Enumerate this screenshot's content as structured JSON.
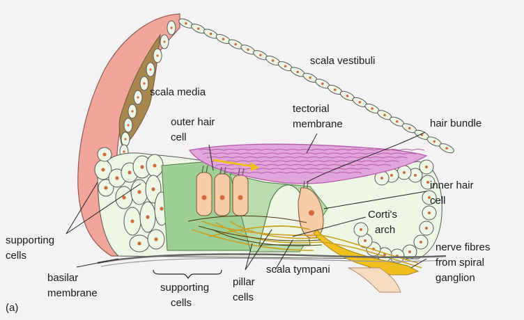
{
  "panel_tag": "(a)",
  "labels": {
    "scala_vestibuli": "scala vestibuli",
    "scala_media": "scala media",
    "tectorial_1": "tectorial",
    "tectorial_2": "membrane",
    "outer_hair_1": "outer hair",
    "outer_hair_2": "cell",
    "hair_bundle": "hair bundle",
    "inner_hair_1": "inner hair",
    "inner_hair_2": "cell",
    "cortis_1": "Corti's",
    "cortis_2": "arch",
    "supporting_left_1": "supporting",
    "supporting_left_2": "cells",
    "nerve_1": "nerve fibres",
    "nerve_2": "from spiral",
    "nerve_3": "ganglion",
    "basilar_1": "basilar",
    "basilar_2": "membrane",
    "supporting_bottom_1": "supporting",
    "supporting_bottom_2": "cells",
    "pillar_1": "pillar",
    "pillar_2": "cells",
    "scala_tympani": "scala tympani"
  },
  "colors": {
    "background": "#f4f2f4",
    "spiral_ligament": "#f2a59b",
    "stria": "#a8874f",
    "cell_fill": "#eef7e6",
    "outer_hair_cell": "#f6cba8",
    "green_region": "#9ecf94",
    "tectorial": "#e2a6dd",
    "tectorial_stroke": "#b45aa8",
    "nucleus": "#d26a3c",
    "nerve": "#f0c020"
  }
}
